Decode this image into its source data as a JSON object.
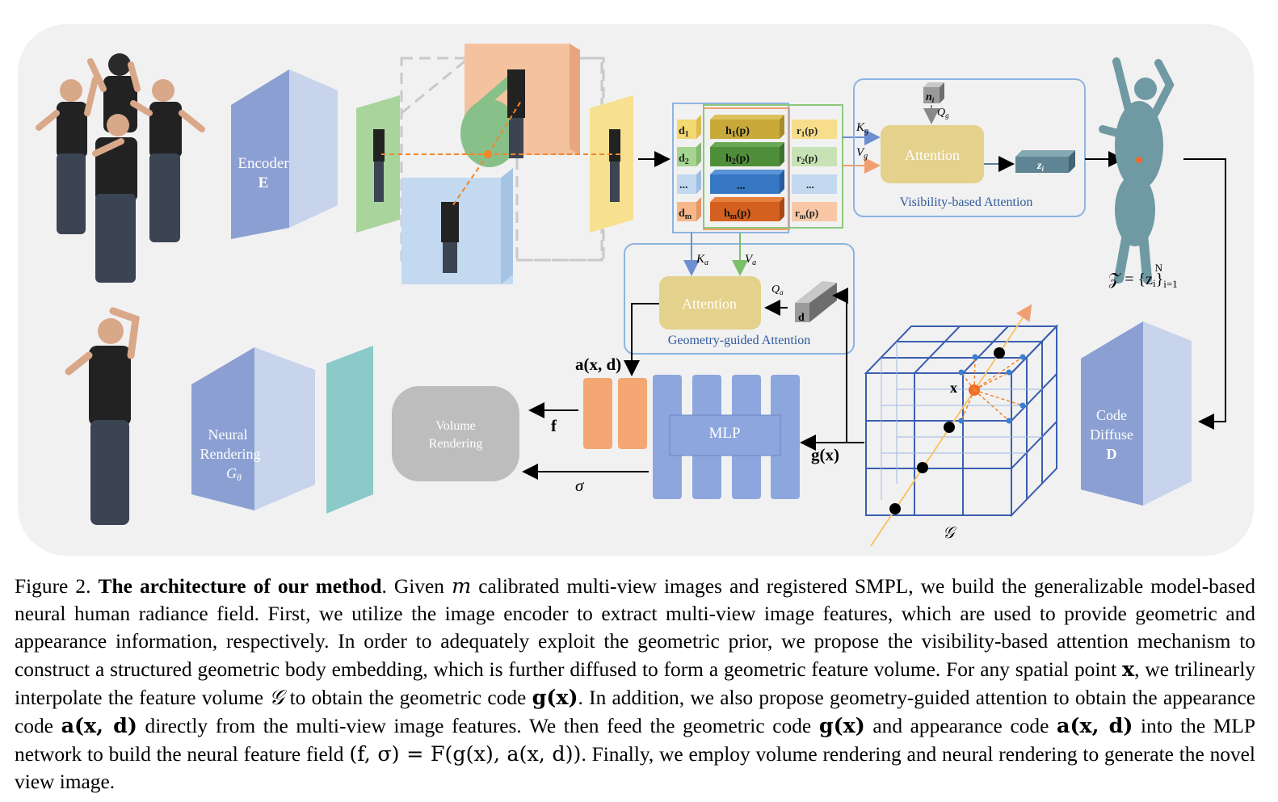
{
  "diagram": {
    "encoder": {
      "line1": "Encoder",
      "line2": "E"
    },
    "feature_rows": {
      "d": [
        "d",
        "d",
        "...",
        "d"
      ],
      "d_sub": [
        "1",
        "2",
        "",
        "m"
      ],
      "h": [
        "h",
        "h",
        "...",
        "h"
      ],
      "h_sub": [
        "1",
        "2",
        "",
        "m"
      ],
      "r": [
        "r",
        "r",
        "...",
        "r"
      ],
      "r_sub": [
        "1",
        "2",
        "",
        "m"
      ],
      "arg": "(p)"
    },
    "vis_attention": {
      "block": "Attention",
      "caption": "Visibility-based Attention",
      "n_label": "n",
      "n_sub": "i",
      "q_label": "Q",
      "q_sub": "g",
      "k_label": "K",
      "k_sub": "g",
      "v_label": "V",
      "v_sub": "g",
      "z_label": "z",
      "z_sub": "i"
    },
    "geo_attention": {
      "block": "Attention",
      "caption": "Geometry-guided Attention",
      "k_label": "K",
      "k_sub": "a",
      "v_label": "V",
      "v_sub": "a",
      "q_label": "Q",
      "q_sub": "a",
      "d_label": "d"
    },
    "z_set": "𝒵 = {z",
    "z_set_i": "i",
    "z_set_close": "}",
    "z_set_sub": "i=1",
    "z_set_sup": "N",
    "code_diffuse": {
      "line1": "Code",
      "line2": "Diffuse",
      "line3": "D"
    },
    "neural_rendering": {
      "line1": "Neural",
      "line2": "Rendering",
      "line3": "G",
      "line3_sub": "θ"
    },
    "volume_rendering": {
      "line1": "Volume",
      "line2": "Rendering"
    },
    "mlp": "MLP",
    "a_xd": "a(x, d)",
    "f_label": "f",
    "sigma_label": "σ",
    "g_x": "g(x)",
    "x_label": "x",
    "grid_label": "𝒢"
  },
  "caption": {
    "figure_no": "Figure 2.",
    "title": "The architecture of our method",
    "body_parts": [
      ". Given ",
      "m",
      " calibrated multi-view images and registered SMPL, we build the generalizable model-based neural human radiance field. First, we utilize the image encoder to extract multi-view image features, which are used to provide geometric and appearance information, respectively. In order to adequately exploit the geometric prior, we propose the visibility-based attention mechanism to construct a structured geometric body embedding, which is further diffused to form a geometric feature volume. For any spatial point ",
      "x",
      ", we trilinearly interpolate the feature volume ",
      "𝒢",
      " to obtain the geometric code ",
      "g(x)",
      ". In addition, we also propose geometry-guided attention to obtain the appearance code ",
      "a(x, d)",
      " directly from the multi-view image features. We then feed the geometric code ",
      "g(x)",
      " and appearance code ",
      "a(x, d)",
      " into the MLP network to build the neural feature field ",
      "(f, σ) = F(g(x), a(x, d))",
      ". Finally, we employ volume rendering and neural rendering to generate the novel view image."
    ]
  },
  "colors": {
    "encoder": "#8b9fd2",
    "attention": "#e4d18b",
    "mlp": "#8ea6de",
    "orange": "#f4a673",
    "volume": "#bdbdbd",
    "teal": "#8cc9c9",
    "grid": "#3a5fb0",
    "body": "#6f9aa3"
  }
}
